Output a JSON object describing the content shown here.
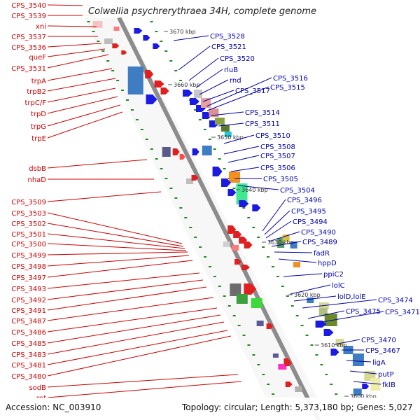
{
  "title": "Colwellia psychrerythraea 34H, complete genome",
  "footer": {
    "accession": "Accession: NC_003910",
    "topology": "Topology: circular; Length: 5,373,180 bp; Genes: 5,027"
  },
  "colors": {
    "forward_strand": "#ee0000",
    "reverse_strand": "#0000dd",
    "left_label": "#cc0000",
    "right_label": "#0000aa",
    "backbone": "#8c8c8c",
    "tick_mark": "#1e8c1e"
  },
  "ticks": [
    "3670 kbp",
    "3660 kbp",
    "3650 kbp",
    "3640 kbp",
    "3630 kbp",
    "3620 kbp",
    "3610 kbp",
    "3600 kbp"
  ],
  "left_labels": [
    "CPS_3540",
    "CPS_3539",
    "xni",
    "CPS_3537",
    "CPS_3536",
    "queF",
    "CPS_3531",
    "trpA",
    "trpB2",
    "trpC/F",
    "trpD",
    "trpG",
    "trpE",
    "dsbB",
    "nhaD",
    "CPS_3509",
    "CPS_3503",
    "CPS_3502",
    "CPS_3501",
    "CPS_3500",
    "CPS_3499",
    "CPS_3498",
    "CPS_3497",
    "CPS_3493",
    "CPS_3492",
    "CPS_3491",
    "CPS_3487",
    "CPS_3486",
    "CPS_3485",
    "CPS_3483",
    "CPS_3481",
    "CPS_3480",
    "sodB",
    "rnt"
  ],
  "right_labels": [
    "CPS_3528",
    "CPS_3521",
    "CPS_3520",
    "rluB",
    "rnd",
    "CPS_3517",
    "CPS_3516",
    "CPS_3515",
    "CPS_3514",
    "CPS_3511",
    "CPS_3510",
    "CPS_3508",
    "CPS_3507",
    "CPS_3506",
    "CPS_3505",
    "CPS_3504",
    "CPS_3496",
    "CPS_3495",
    "CPS_3494",
    "CPS_3490",
    "CPS_3489",
    "fadR",
    "hppD",
    "ppiC2",
    "lolC",
    "lolD,lolE",
    "CPS_3474",
    "CPS_3475",
    "CPS_3471",
    "CPS_3470",
    "CPS_3467",
    "ligA",
    "putP",
    "fklB"
  ]
}
